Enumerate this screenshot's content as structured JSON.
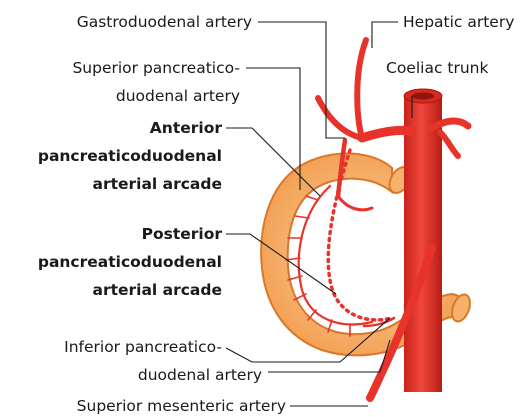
{
  "colors": {
    "artery": "#e8332b",
    "artery_dark": "#b81c14",
    "duodenum_fill": "#f6b26b",
    "duodenum_stroke": "#d9772a",
    "leader": "#1a1a1a",
    "text": "#1a1a1a",
    "background": "#ffffff"
  },
  "labels": {
    "gastroduodenal": "Gastroduodenal artery",
    "hepatic": "Hepatic artery",
    "sup_panc_1": "Superior pancreatico-",
    "sup_panc_2": "duodenal artery",
    "coeliac": "Coeliac trunk",
    "anterior_1": "Anterior",
    "anterior_2": "pancreaticoduodenal",
    "anterior_3": "arterial arcade",
    "posterior_1": "Posterior",
    "posterior_2": "pancreaticoduodenal",
    "posterior_3": "arterial arcade",
    "inf_panc_1": "Inferior pancreatico-",
    "inf_panc_2": "duodenal artery",
    "sup_mesenteric": "Superior mesenteric artery"
  }
}
